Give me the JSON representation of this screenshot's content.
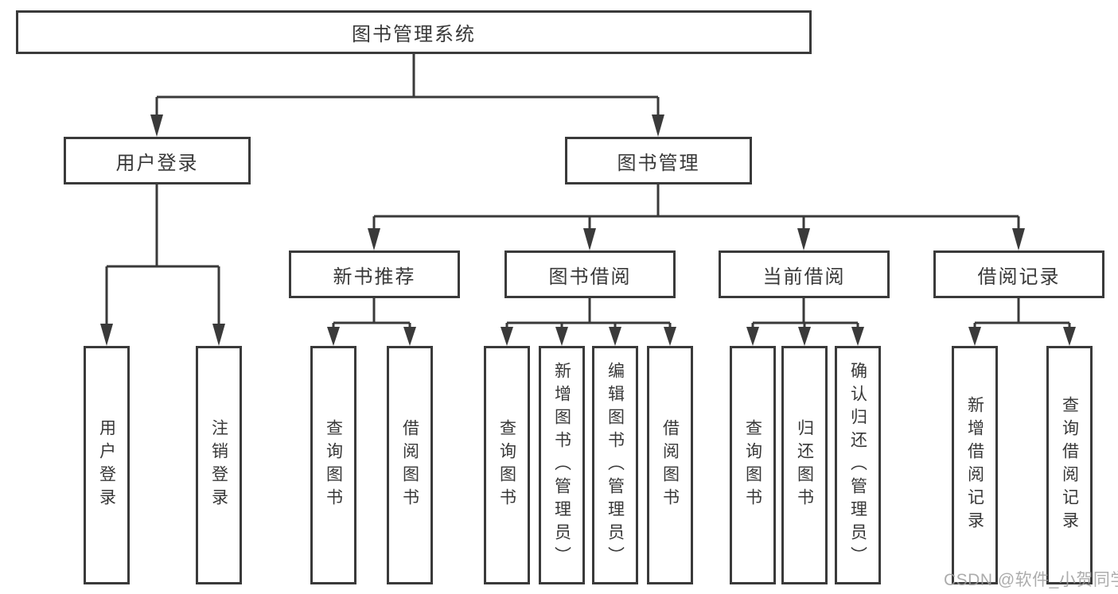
{
  "title": "图书管理系统",
  "watermark": "CSDN @软件_小贺同学",
  "colors": {
    "line": "#3a3a3a",
    "text": "#383838",
    "box_background": "#ffffff",
    "watermark": "#9e9e9e"
  },
  "branches": {
    "user_login": {
      "label": "用户登录",
      "children": [
        "用户登录",
        "注销登录"
      ]
    },
    "book_management": {
      "label": "图书管理",
      "children": [
        {
          "label": "新书推荐",
          "children": [
            "查询图书",
            "借阅图书"
          ]
        },
        {
          "label": "图书借阅",
          "children": [
            "查询图书",
            "新增图书（管理员）",
            "编辑图书（管理员）",
            "借阅图书"
          ]
        },
        {
          "label": "当前借阅",
          "children": [
            "查询图书",
            "归还图书",
            "确认归还（管理员）"
          ]
        },
        {
          "label": "借阅记录",
          "children": [
            "新增借阅记录",
            "查询借阅记录"
          ]
        }
      ]
    }
  }
}
